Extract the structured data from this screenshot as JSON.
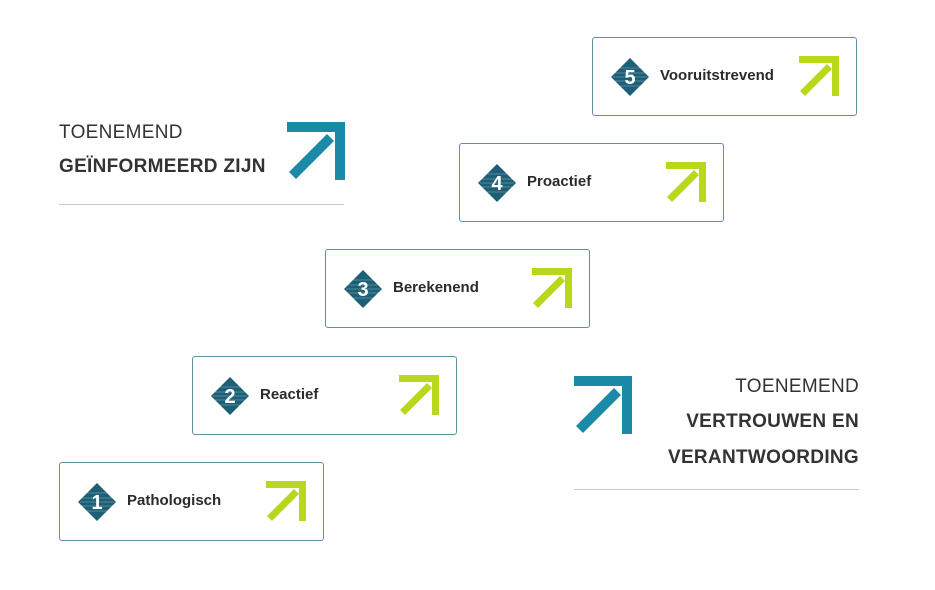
{
  "colors": {
    "teal": "#1a8aa8",
    "lime": "#b9d71c",
    "badge": "#1d5f77",
    "border": "#5f8fa0"
  },
  "axis_top": {
    "line1": "TOENEMEND",
    "line2": "GEÏNFORMEERD ZIJN",
    "icon": "arrow-up-right-icon"
  },
  "axis_bottom": {
    "line1": "TOENEMEND",
    "line2": "VERTROUWEN EN",
    "line3": "VERANTWOORDING",
    "icon": "arrow-up-right-icon"
  },
  "steps": [
    {
      "number": "1",
      "label": "Pathologisch"
    },
    {
      "number": "2",
      "label": "Reactief"
    },
    {
      "number": "3",
      "label": "Berekenend"
    },
    {
      "number": "4",
      "label": "Proactief"
    },
    {
      "number": "5",
      "label": "Vooruitstrevend"
    }
  ]
}
